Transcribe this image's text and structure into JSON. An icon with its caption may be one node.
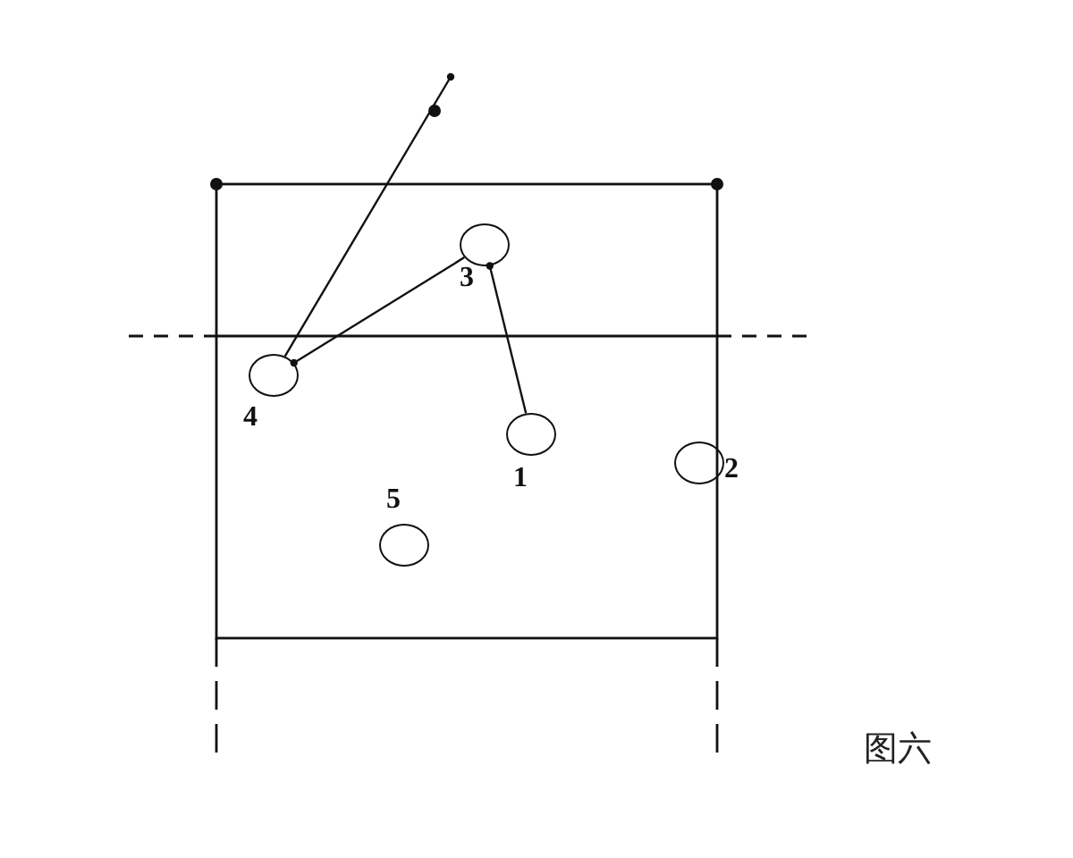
{
  "diagram": {
    "caption": "图六",
    "nodes": [
      {
        "text": [],
        "shape": "circle",
        "beside": [
          "3"
        ]
      },
      {
        "text": [],
        "shape": "circle",
        "beside": [
          "4"
        ]
      },
      {
        "text": [],
        "shape": "circle",
        "beside": [
          "1"
        ]
      },
      {
        "text": [],
        "shape": "circle",
        "beside": [
          "2"
        ]
      },
      {
        "text": [],
        "shape": "circle",
        "beside": [
          "5"
        ]
      }
    ],
    "edges": [
      {
        "from": 2,
        "to": 0,
        "arrow": "other"
      },
      {
        "from": 1,
        "to": 0,
        "arrow": "other"
      },
      {
        "from": 1,
        "to": null,
        "arrow": "other"
      }
    ]
  }
}
